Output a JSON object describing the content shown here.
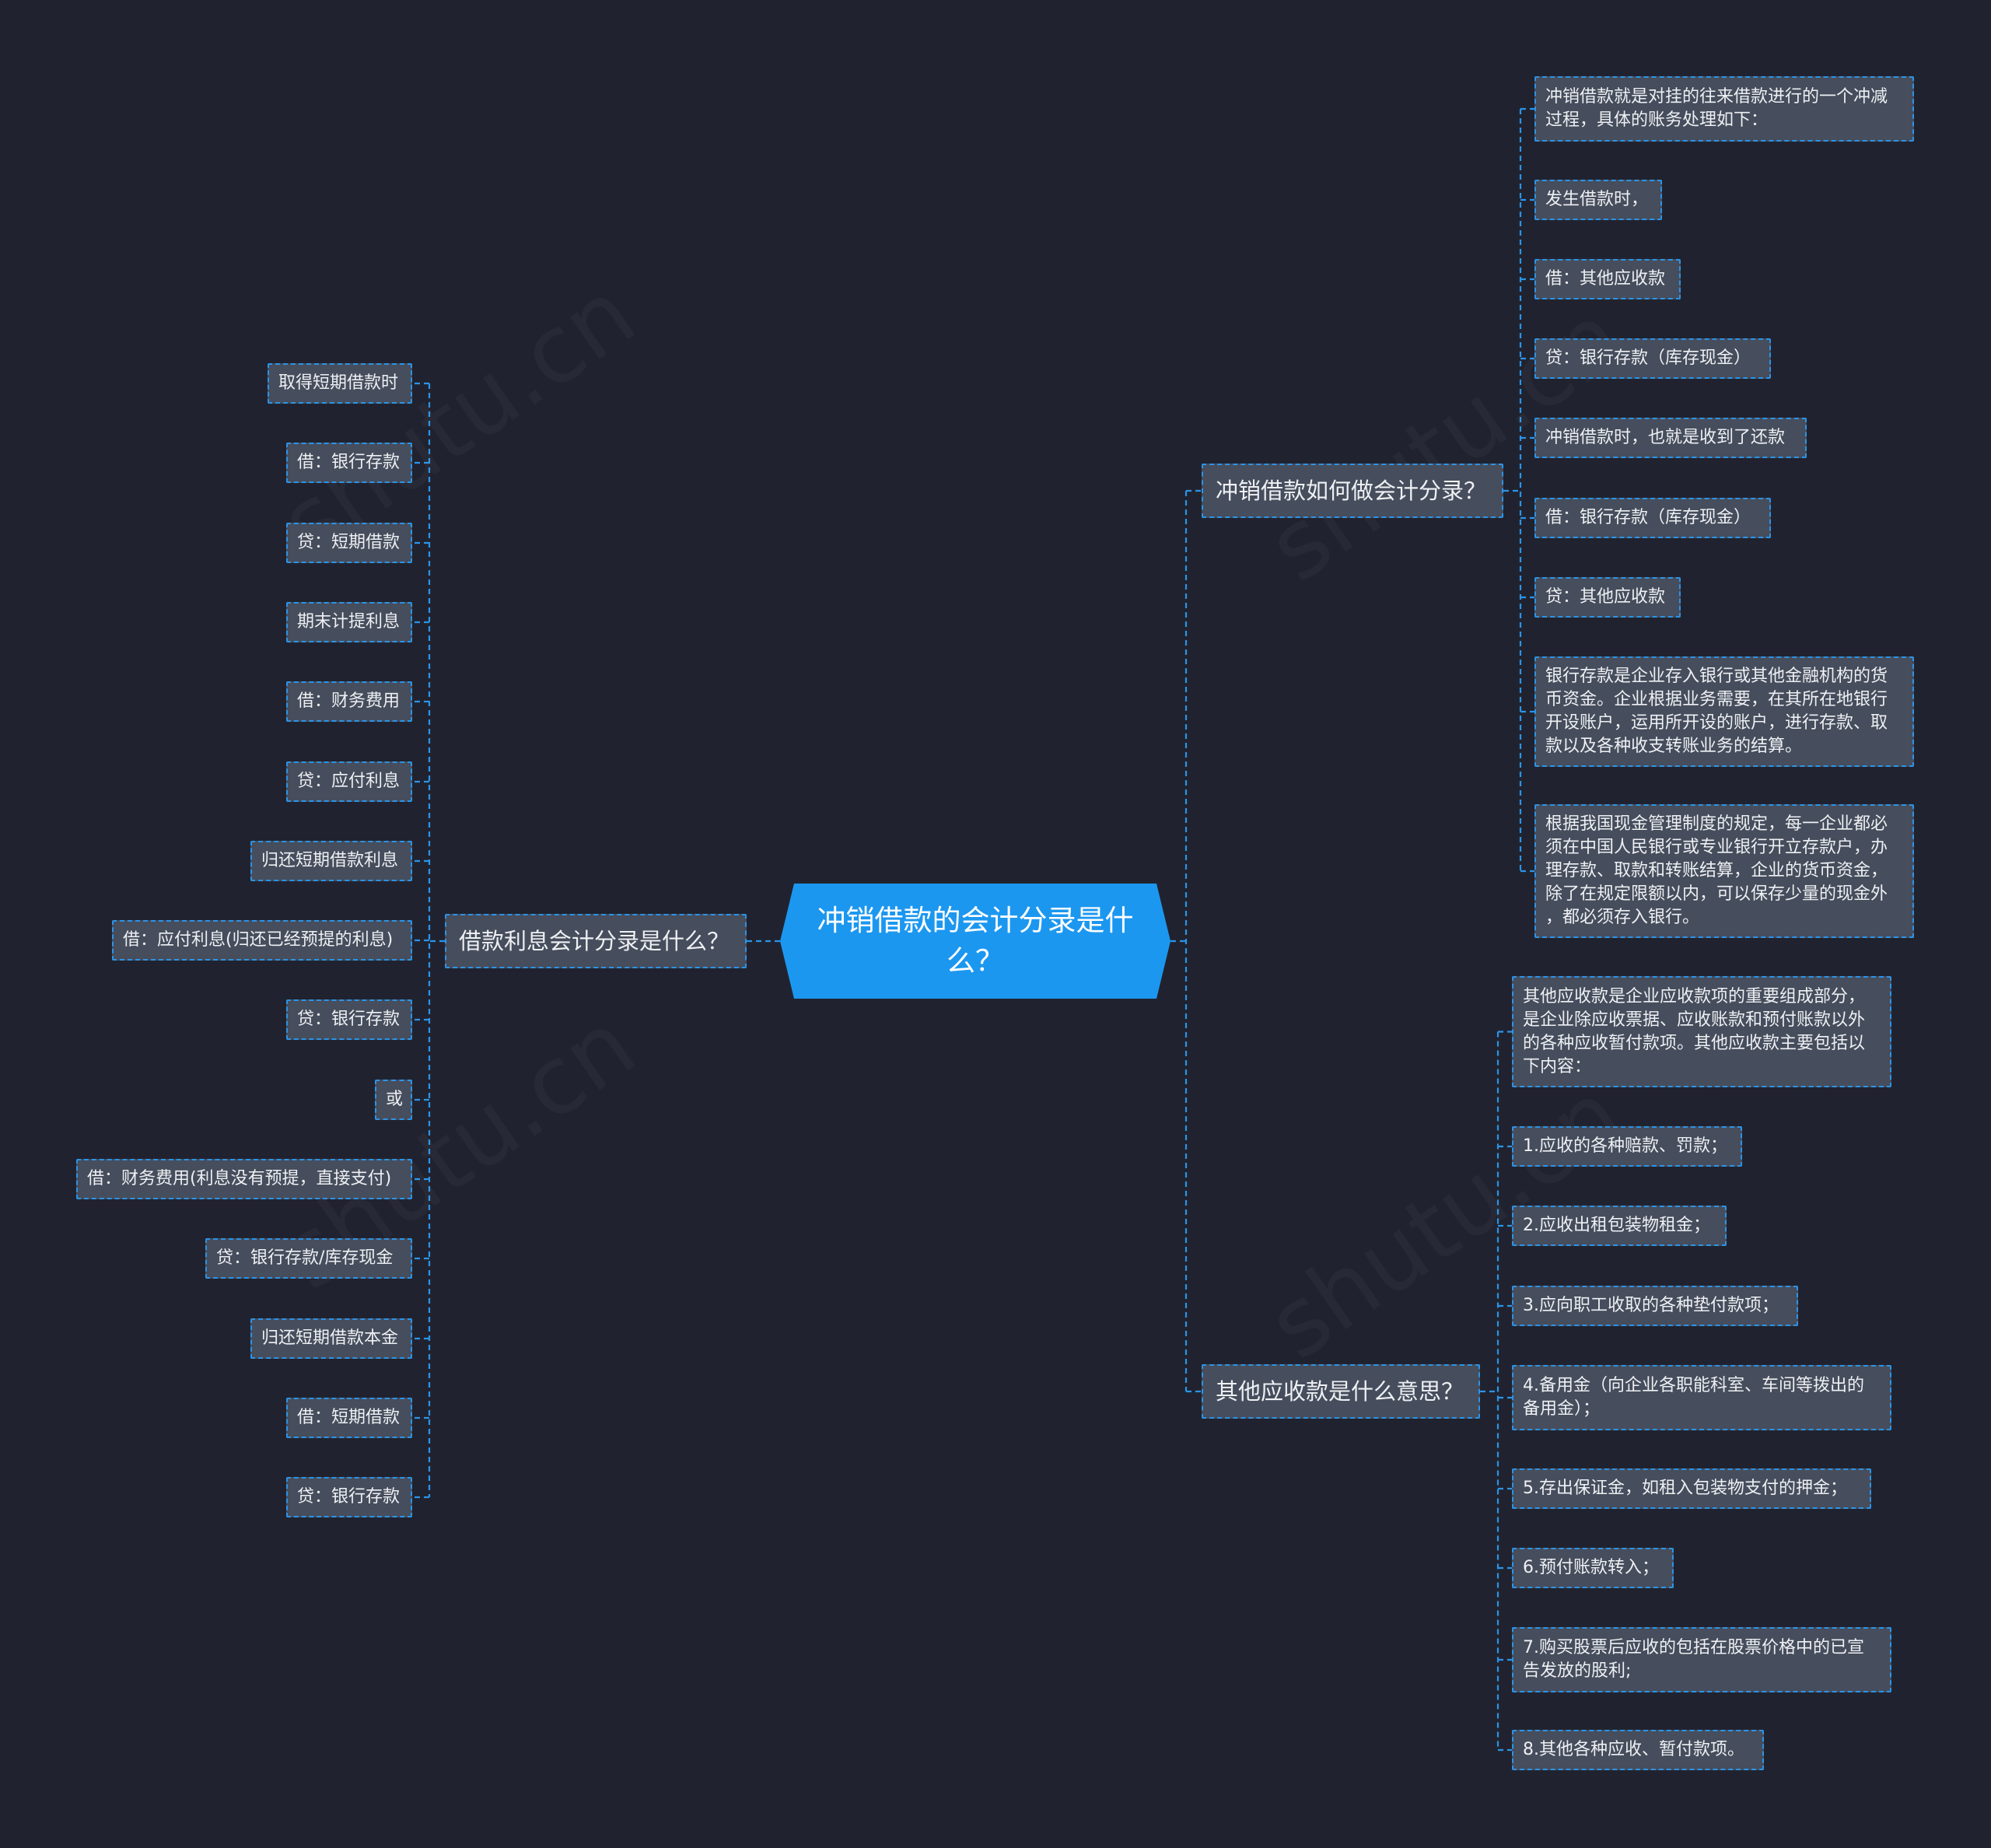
{
  "root": {
    "id": "root",
    "label": "冲销借款的会计分录是什\n么？"
  },
  "branches": [
    {
      "id": "b1",
      "label": "冲销借款如何做会计分录？",
      "children": [
        "冲销借款就是对挂的往来借款进行的一个冲减\n过程，具体的账务处理如下：",
        "发生借款时，",
        "借：其他应收款",
        "贷：银行存款（库存现金）",
        "冲销借款时，也就是收到了还款",
        "借：银行存款（库存现金）",
        "贷：其他应收款",
        "银行存款是企业存入银行或其他金融机构的货\n币资金。企业根据业务需要，在其所在地银行\n开设账户，运用所开设的账户，进行存款、取\n款以及各种收支转账业务的结算。",
        "根据我国现金管理制度的规定，每一企业都必\n须在中国人民银行或专业银行开立存款户，办\n理存款、取款和转账结算，企业的货币资金，\n除了在规定限额以内，可以保存少量的现金外\n，都必须存入银行。"
      ]
    },
    {
      "id": "b2",
      "label": "其他应收款是什么意思？",
      "children": [
        "其他应收款是企业应收款项的重要组成部分，\n是企业除应收票据、应收账款和预付账款以外\n的各种应收暂付款项。其他应收款主要包括以\n下内容：",
        "1.应收的各种赔款、罚款；",
        "2.应收出租包装物租金；",
        "3.应向职工收取的各种垫付款项；",
        "4.备用金（向企业各职能科室、车间等拨出的\n备用金）；",
        "5.存出保证金，如租入包装物支付的押金；",
        "6.预付账款转入；",
        "7.购买股票后应收的包括在股票价格中的已宣\n告发放的股利;",
        "8.其他各种应收、暂付款项。"
      ]
    },
    {
      "id": "b3",
      "label": "借款利息会计分录是什么？",
      "children": [
        "取得短期借款时",
        "借：银行存款",
        "贷：短期借款",
        "期末计提利息",
        "借：财务费用",
        "贷：应付利息",
        "归还短期借款利息",
        "借：应付利息(归还已经预提的利息)",
        "贷：银行存款",
        "或",
        "借：财务费用(利息没有预提，直接支付)",
        "贷：银行存款/库存现金",
        "归还短期借款本金",
        "借：短期借款",
        "贷：银行存款"
      ]
    }
  ],
  "colors": {
    "background": "#20232f",
    "root_fill": "#1c97f0",
    "node_fill": "#464d5c",
    "link": "#2b94e8"
  }
}
